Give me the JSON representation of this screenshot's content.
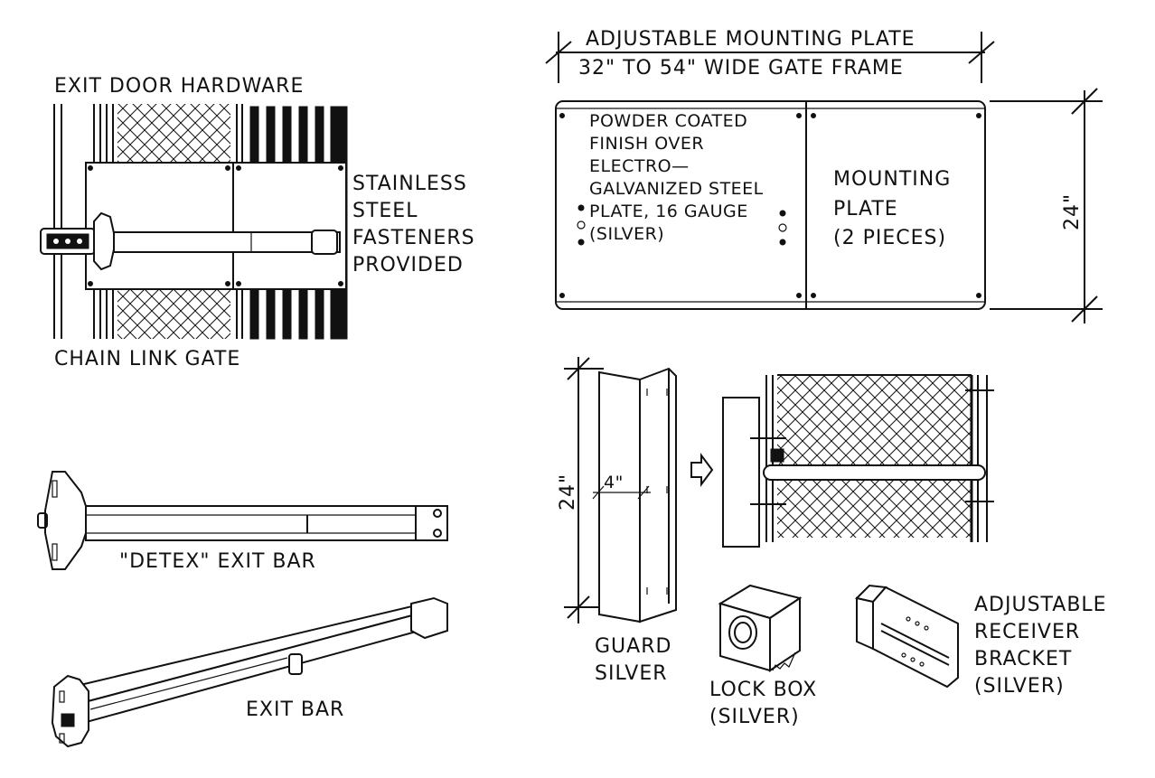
{
  "labels": {
    "exit_door_hardware": "EXIT DOOR HARDWARE",
    "stainless": [
      "STAINLESS",
      "STEEL",
      "FASTENERS",
      "PROVIDED"
    ],
    "chain_link_gate": "CHAIN LINK GATE",
    "adjustable_mounting_plate": "ADJUSTABLE MOUNTING PLATE",
    "gate_frame_width": "32\" TO 54\" WIDE GATE FRAME",
    "powder_coated": [
      "POWDER COATED",
      "FINISH OVER",
      "ELECTRO—",
      "GALVANIZED STEEL",
      "PLATE, 16 GAUGE",
      "(SILVER)"
    ],
    "mounting_plate": [
      "MOUNTING",
      "PLATE",
      "(2 PIECES)"
    ],
    "dim_24_plate": "24\"",
    "dim_24_guard": "24\"",
    "dim_4": "4\"",
    "detex_exit_bar": "\"DETEX\" EXIT BAR",
    "exit_bar": "EXIT BAR",
    "guard": [
      "GUARD",
      "SILVER"
    ],
    "lock_box": [
      "LOCK BOX",
      "(SILVER)"
    ],
    "receiver_bracket": [
      "ADJUSTABLE",
      "RECEIVER",
      "BRACKET",
      "(SILVER)"
    ]
  },
  "icons": {
    "arrow": "right-outline-arrow-icon"
  },
  "colors": {
    "ink": "#111111",
    "paper": "#ffffff"
  }
}
